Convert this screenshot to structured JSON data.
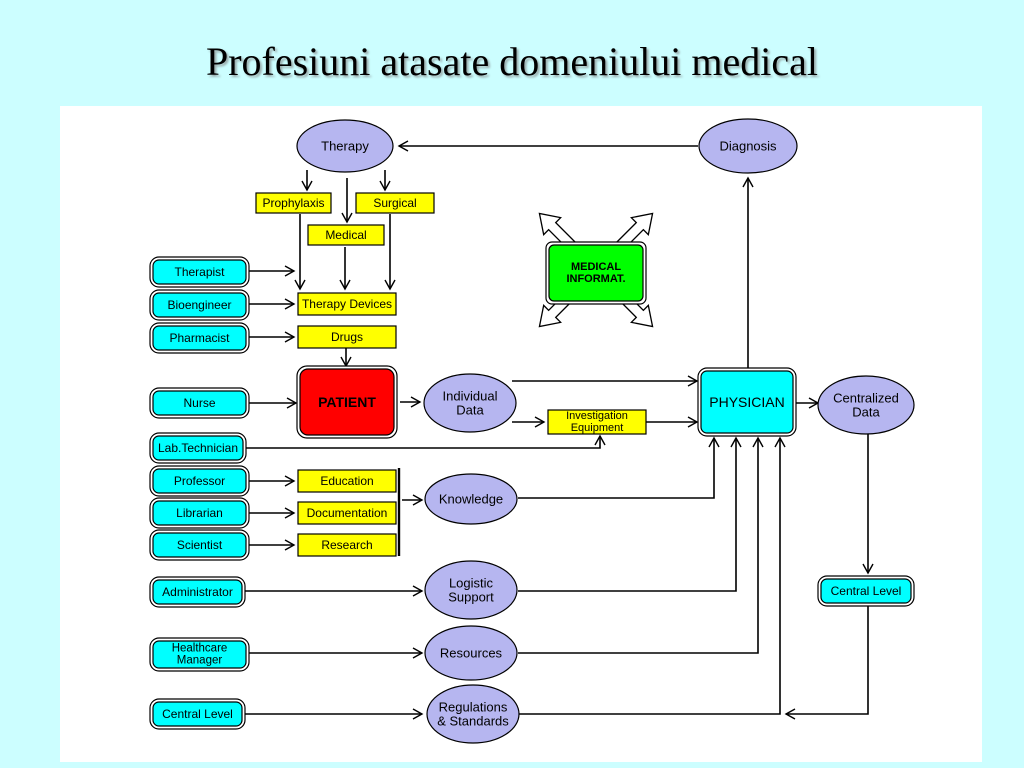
{
  "title": "Profesiuni atasate domeniului medical",
  "colors": {
    "background": "#ccfeff",
    "panel": "#ffffff",
    "ellipse": "#b6b6f0",
    "person_box": "#00ffff",
    "resource_box": "#ffff00",
    "patient": "#ff0000",
    "medical_informatics": "#00ff00"
  },
  "ellipses": {
    "therapy": [
      "Therapy"
    ],
    "diagnosis": [
      "Diagnosis"
    ],
    "individual_data": [
      "Individual",
      "Data"
    ],
    "knowledge": [
      "Knowledge"
    ],
    "logistic_support": [
      "Logistic",
      "Support"
    ],
    "resources": [
      "Resources"
    ],
    "regulations": [
      "Regulations",
      "& Standards"
    ],
    "centralized_data": [
      "Centralized",
      "Data"
    ]
  },
  "yellow_boxes": {
    "prophylaxis": [
      "Prophylaxis"
    ],
    "surgical": [
      "Surgical"
    ],
    "medical": [
      "Medical"
    ],
    "therapy_devices": [
      "Therapy Devices"
    ],
    "drugs": [
      "Drugs"
    ],
    "investigation_equipment": [
      "Investigation",
      "Equipment"
    ],
    "education": [
      "Education"
    ],
    "documentation": [
      "Documentation"
    ],
    "research": [
      "Research"
    ]
  },
  "professions": {
    "therapist": [
      "Therapist"
    ],
    "bioengineer": [
      "Bioengineer"
    ],
    "pharmacist": [
      "Pharmacist"
    ],
    "nurse": [
      "Nurse"
    ],
    "lab_technician": [
      "Lab.Technician"
    ],
    "professor": [
      "Professor"
    ],
    "librarian": [
      "Librarian"
    ],
    "scientist": [
      "Scientist"
    ],
    "administrator": [
      "Administrator"
    ],
    "healthcare_manager": [
      "Healthcare",
      "Manager"
    ],
    "central_level_left": [
      "Central Level"
    ],
    "central_level_right": [
      "Central Level"
    ],
    "physician": [
      "PHYSICIAN"
    ]
  },
  "patient": [
    "PATIENT"
  ],
  "medical_informatics": [
    "MEDICAL",
    "INFORMAT."
  ]
}
